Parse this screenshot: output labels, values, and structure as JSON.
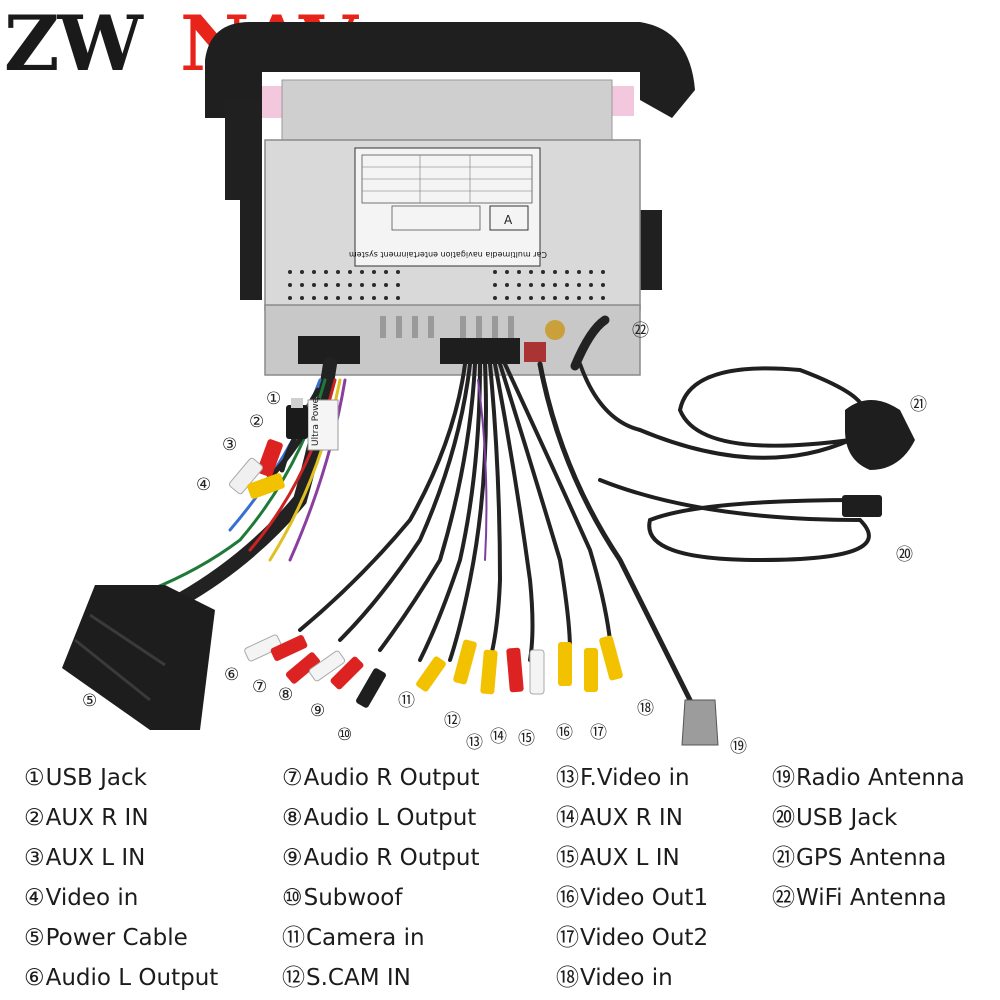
{
  "brand": {
    "part1": "ZW",
    "part2": "NAV",
    "color_dark": "#1a1a1a",
    "color_accent": "#e8231a"
  },
  "unit_labels": {
    "system_name": "Car multimedia navigation entertainment system",
    "harness_tag": "Ultra Power",
    "port_letter": "A"
  },
  "callouts": [
    {
      "num": "①",
      "label": "USB Jack"
    },
    {
      "num": "②",
      "label": "AUX R IN"
    },
    {
      "num": "③",
      "label": "AUX L IN"
    },
    {
      "num": "④",
      "label": "Video in"
    },
    {
      "num": "⑤",
      "label": "Power Cable"
    },
    {
      "num": "⑥",
      "label": "Audio L Output"
    },
    {
      "num": "⑦",
      "label": "Audio R Output"
    },
    {
      "num": "⑧",
      "label": "Audio L Output"
    },
    {
      "num": "⑨",
      "label": "Audio R Output"
    },
    {
      "num": "⑩",
      "label": "Subwoof"
    },
    {
      "num": "⑪",
      "label": "Camera in"
    },
    {
      "num": "⑫",
      "label": "S.CAM IN"
    },
    {
      "num": "⑬",
      "label": "F.Video in"
    },
    {
      "num": "⑭",
      "label": "AUX R IN"
    },
    {
      "num": "⑮",
      "label": "AUX L IN"
    },
    {
      "num": "⑯",
      "label": "Video Out1"
    },
    {
      "num": "⑰",
      "label": "Video Out2"
    },
    {
      "num": "⑱",
      "label": "Video in"
    },
    {
      "num": "⑲",
      "label": "Radio Antenna"
    },
    {
      "num": "⑳",
      "label": "USB Jack"
    },
    {
      "num": "㉑",
      "label": "GPS Antenna"
    },
    {
      "num": "㉒",
      "label": "WiFi Antenna"
    }
  ],
  "legend_columns": [
    [
      0,
      1,
      2,
      3,
      4,
      5
    ],
    [
      6,
      7,
      8,
      9,
      10,
      11
    ],
    [
      12,
      13,
      14,
      15,
      16,
      17
    ],
    [
      18,
      19,
      20,
      21
    ]
  ]
}
